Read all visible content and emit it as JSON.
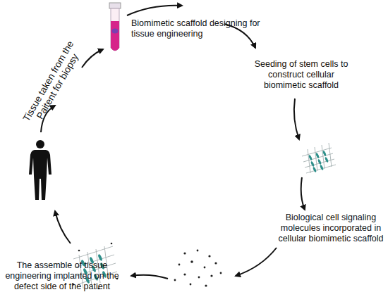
{
  "diagram": {
    "labels": [
      "Tissue taken from the Paitent for biopsy",
      "Biomimetic scaffold designing for tissue engineering",
      "Seeding of stem cells to construct cellular biomimetic scaffold",
      "Biological cell signaling molecules incorporated in cellular biomimetic scaffold",
      "The assemble of tissue engineering implanted on the defect side of the patient"
    ]
  }
}
